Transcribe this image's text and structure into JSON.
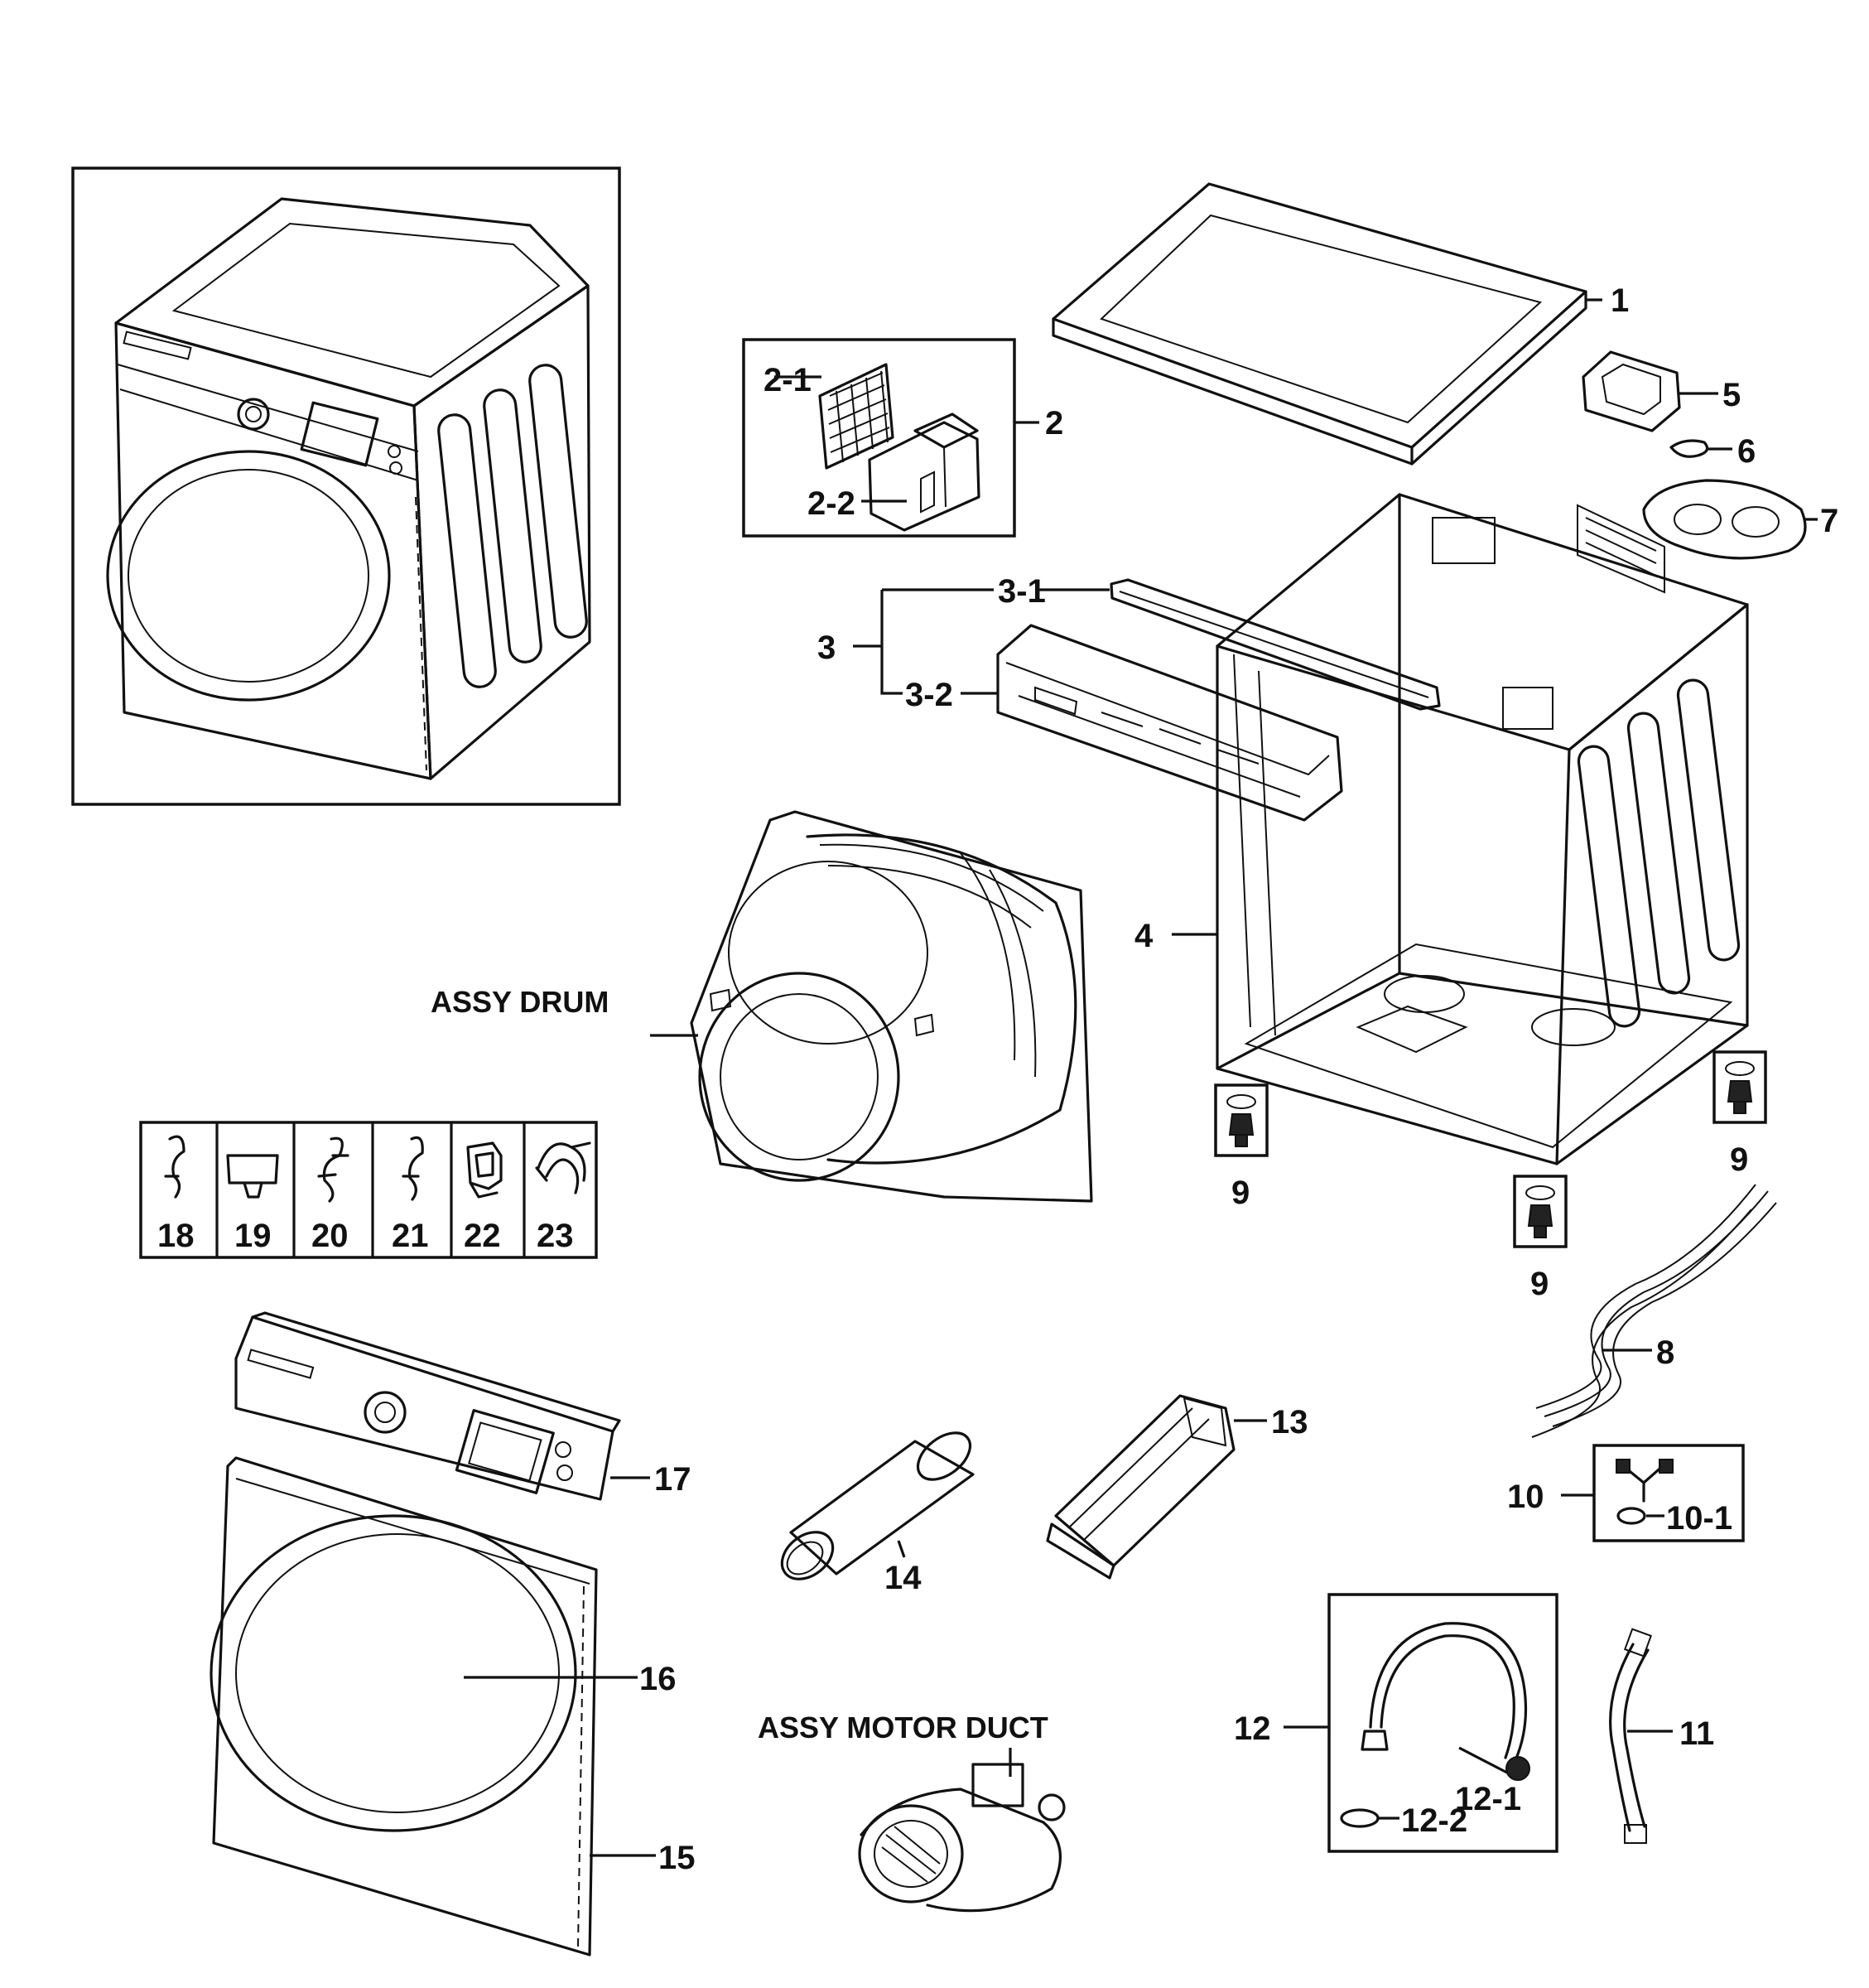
{
  "labels": {
    "p1": "1",
    "p2": "2",
    "p2_1": "2-1",
    "p2_2": "2-2",
    "p3": "3",
    "p3_1": "3-1",
    "p3_2": "3-2",
    "p4": "4",
    "p5": "5",
    "p6": "6",
    "p7": "7",
    "p8": "8",
    "p9": "9",
    "p10": "10",
    "p10_1": "10-1",
    "p11": "11",
    "p12": "12",
    "p12_1": "12-1",
    "p12_2": "12-2",
    "p13": "13",
    "p14": "14",
    "p15": "15",
    "p16": "16",
    "p17": "17",
    "assy_drum": "ASSY DRUM",
    "assy_motor_duct": "ASSY MOTOR DUCT"
  },
  "clips": [
    "18",
    "19",
    "20",
    "21",
    "22",
    "23"
  ]
}
